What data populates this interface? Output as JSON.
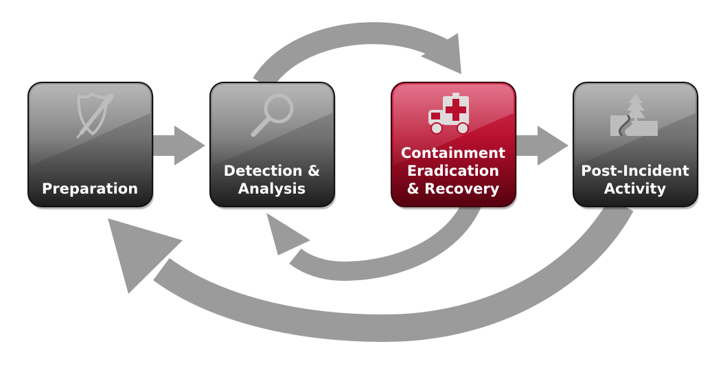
{
  "phases": [
    {
      "label_lines": [
        "Preparation"
      ],
      "icon": "shield-pen-icon",
      "active": false
    },
    {
      "label_lines": [
        "Detection &",
        "Analysis"
      ],
      "icon": "magnifier-icon",
      "active": false
    },
    {
      "label_lines": [
        "Containment",
        "Eradication",
        "& Recovery"
      ],
      "icon": "ambulance-icon",
      "active": true
    },
    {
      "label_lines": [
        "Post-Incident",
        "Activity"
      ],
      "icon": "road-tree-icon",
      "active": false
    }
  ],
  "colors": {
    "arrow": "#9b9b9b",
    "tile_dark": "#1c1c1c",
    "tile_mid": "#707070",
    "tile_light": "#9a9a9a",
    "active_dark": "#55000f",
    "active_mid": "#b8102e",
    "active_light": "#d6375a",
    "icon": "#bdbdbd",
    "label": "#ffffff"
  }
}
